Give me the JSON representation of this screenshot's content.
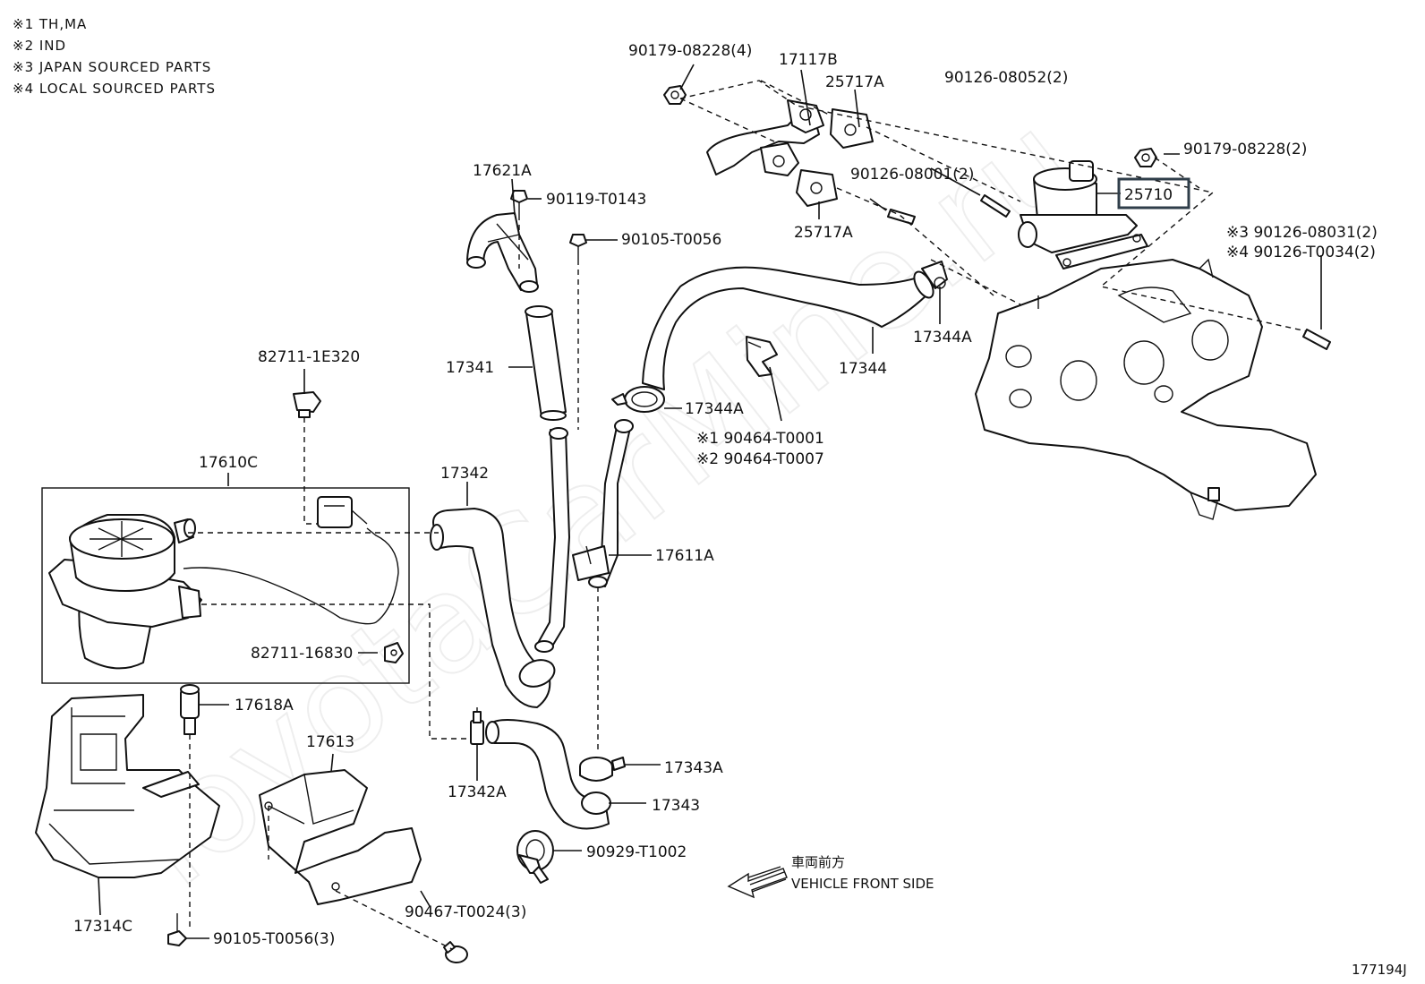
{
  "notes": [
    "※1 TH,MA",
    "※2 IND",
    "※3 JAPAN SOURCED PARTS",
    "※4 LOCAL SOURCED PARTS"
  ],
  "watermark": "ToyotaCarMine.ru",
  "labels": {
    "p_90179_08228_4": "90179-08228(4)",
    "p_17117B": "17117B",
    "p_25717A_top": "25717A",
    "p_90126_08052": "90126-08052(2)",
    "p_90179_08228_2": "90179-08228(2)",
    "p_25710": "25710",
    "p_90126_08001": "90126-08001(2)",
    "p_25717A_bottom": "25717A",
    "p_90126_08031": "※3  90126-08031(2)",
    "p_90126_T0034": "※4  90126-T0034(2)",
    "p_17621A": "17621A",
    "p_90119_T0143": "90119-T0143",
    "p_90105_T0056": "90105-T0056",
    "p_17341": "17341",
    "p_17344": "17344",
    "p_17344A_right": "17344A",
    "p_17344A_left": "17344A",
    "p_90464_T0001": "※1 90464-T0001",
    "p_90464_T0007": "※2 90464-T0007",
    "p_82711_1E320": "82711-1E320",
    "p_17610C": "17610C",
    "p_17342": "17342",
    "p_17611A": "17611A",
    "p_82711_16830": "82711-16830",
    "p_17618A": "17618A",
    "p_17613": "17613",
    "p_17342A": "17342A",
    "p_17343A": "17343A",
    "p_17343": "17343",
    "p_90929_T1002": "90929-T1002",
    "p_17314C": "17314C",
    "p_90105_T0056_3": "90105-T0056(3)",
    "p_90467_T0024": "90467-T0024(3)",
    "front_jp": "車両前方",
    "front_en": "VEHICLE FRONT SIDE",
    "diagram_code": "177194J"
  }
}
